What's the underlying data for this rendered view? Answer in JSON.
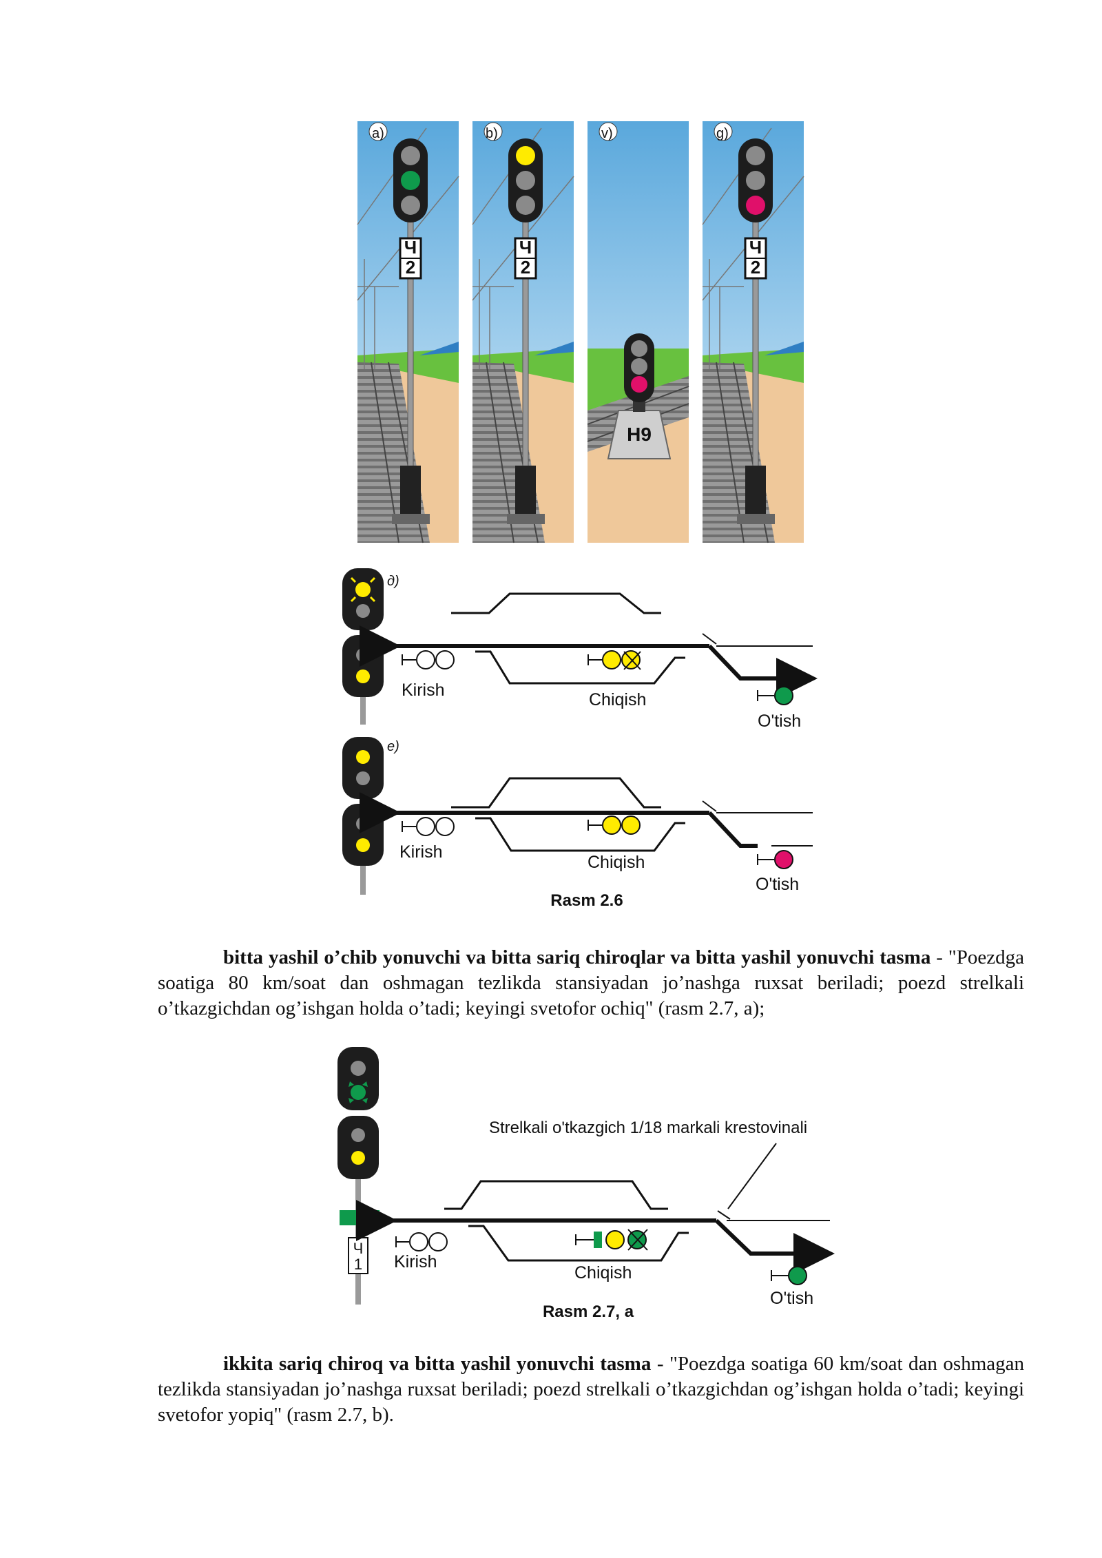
{
  "figure_2_6": {
    "panels": [
      {
        "label": "a)",
        "sign": [
          "Ч",
          "2"
        ]
      },
      {
        "label": "b)",
        "sign": [
          "Ч",
          "2"
        ]
      },
      {
        "label": "v)",
        "base_label": "Н9"
      },
      {
        "label": "g)",
        "sign": [
          "Ч",
          "2"
        ]
      }
    ],
    "diagram_d": {
      "label": "д)",
      "kirish": "Kirish",
      "chiqish": "Chiqish",
      "otish": "O'tish"
    },
    "diagram_e": {
      "label": "e)",
      "kirish": "Kirish",
      "chiqish": "Chiqish",
      "otish": "O'tish"
    },
    "caption": "Rasm 2.6"
  },
  "paragraph_1": {
    "bold": "bitta yashil o’chib yonuvchi va bitta sariq chiroqlar va bitta yashil yonuvchi tasma",
    "text": " - \"Poezdga soatiga 80 km/soat dan oshmagan tezlikda stansiyadan jo’nashga ruxsat beriladi; poezd strelkali o’tkazgichdan og’ishgan holda o’tadi; keyingi svetofor ochiq\" (rasm 2.7, a);"
  },
  "figure_2_7a": {
    "annotation": "Strelkali o'tkazgich 1/18 markali krestovinali",
    "sign": [
      "Ч",
      "1"
    ],
    "kirish": "Kirish",
    "chiqish": "Chiqish",
    "otish": "O'tish",
    "caption": "Rasm 2.7, a"
  },
  "paragraph_2": {
    "bold": "ikkita sariq chiroq va bitta yashil yonuvchi tasma",
    "text": " - \"Poezdga soatiga 60 km/soat dan oshmagan tezlikda stansiyadan jo’nashga ruxsat beriladi; poezd strelkali o’tkazgichdan og’ishgan holda o’tadi; keyingi svetofor yopiq\" (rasm 2.7, b)."
  },
  "colors": {
    "green": "#0f9a4c",
    "yellow": "#ffeb00",
    "red": "#e0106a",
    "lamp_off": "#8a8a8a",
    "sky": "#a9d6f2",
    "grass": "#68c13f",
    "ground": "#efc89a"
  }
}
